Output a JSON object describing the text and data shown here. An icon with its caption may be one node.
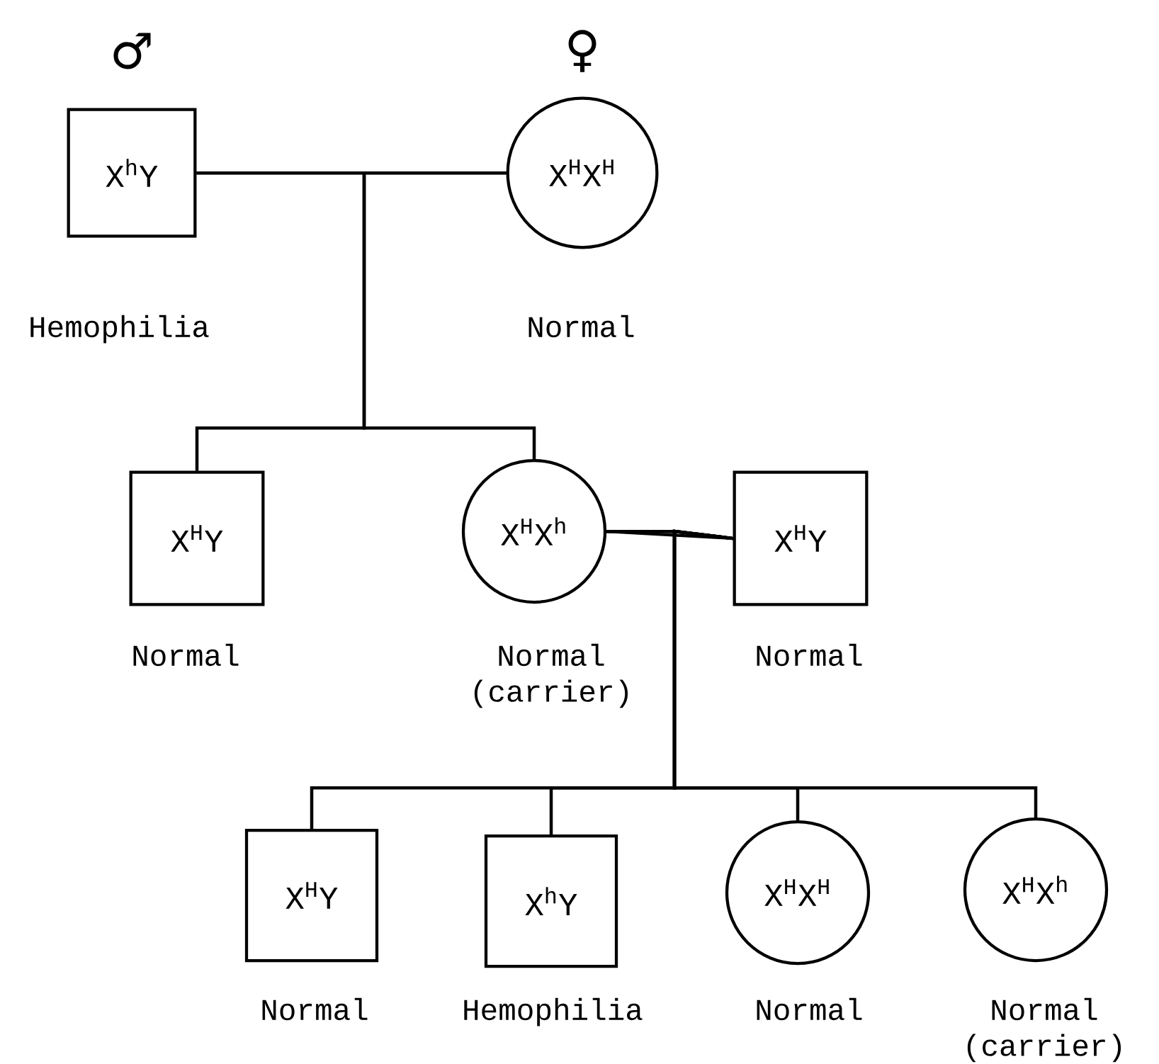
{
  "diagram": {
    "nodes": [
      {
        "text": [
          "X$^{h}$Y"
        ],
        "beside": [
          "♂",
          "Hemophilia"
        ]
      },
      {
        "text": [
          "X$^{H}$X$^{H}$"
        ],
        "beside": [
          "♀",
          "Normal"
        ]
      },
      {
        "text": [
          "X$^{H}$Y"
        ],
        "beside": [
          "Normal"
        ]
      },
      {
        "text": [
          "X$^{H}$X$^{h}$"
        ],
        "beside": [
          "Normal (carrier)"
        ]
      },
      {
        "text": [
          "X$^{H}$Y"
        ],
        "beside": [
          "Normal"
        ]
      },
      {
        "text": [
          "X$^{H}$Y"
        ],
        "beside": [
          "Normal"
        ]
      },
      {
        "text": [
          "X$^{h}$Y"
        ],
        "beside": [
          "Hemophilia"
        ]
      },
      {
        "text": [
          "X$^{H}$X$^{H}$"
        ],
        "beside": [
          "Normal"
        ]
      },
      {
        "text": [
          "X$^{H}$X$^{h}$"
        ],
        "beside": [
          "Normal (carrier)"
        ]
      }
    ],
    "edges": [
      {
        "from": 0,
        "to": 1,
        "arrow": "none"
      },
      {
        "from": 0,
        "to": 2,
        "arrow": "none"
      },
      {
        "from": 1,
        "to": 2,
        "arrow": "none"
      },
      {
        "from": 0,
        "to": 3,
        "arrow": "none"
      },
      {
        "from": 1,
        "to": 3,
        "arrow": "none"
      },
      {
        "from": 3,
        "to": 4,
        "arrow": "none"
      },
      {
        "from": 3,
        "to": 5,
        "arrow": "none"
      },
      {
        "from": 4,
        "to": 5,
        "arrow": "none"
      },
      {
        "from": 3,
        "to": 6,
        "arrow": "none"
      },
      {
        "from": 4,
        "to": 6,
        "arrow": "none"
      },
      {
        "from": 3,
        "to": 7,
        "arrow": "none"
      },
      {
        "from": 4,
        "to": 7,
        "arrow": "none"
      },
      {
        "from": 3,
        "to": 8,
        "arrow": "none"
      },
      {
        "from": 4,
        "to": 8,
        "arrow": "none"
      }
    ]
  }
}
